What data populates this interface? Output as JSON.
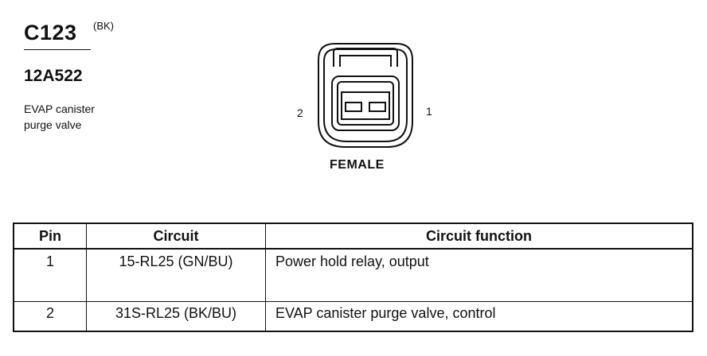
{
  "connector": {
    "id": "C123",
    "color": "(BK)",
    "part_number": "12A522",
    "component_line1": "EVAP canister",
    "component_line2": "purge valve",
    "gender": "FEMALE",
    "pin_labels": {
      "left": "2",
      "right": "1"
    }
  },
  "table": {
    "headers": {
      "pin": "Pin",
      "circuit": "Circuit",
      "function": "Circuit function"
    },
    "rows": [
      {
        "pin": "1",
        "circuit": "15-RL25 (GN/BU)",
        "function": "Power hold relay, output"
      },
      {
        "pin": "2",
        "circuit": "31S-RL25 (BK/BU)",
        "function": "EVAP canister purge valve, control"
      }
    ]
  }
}
